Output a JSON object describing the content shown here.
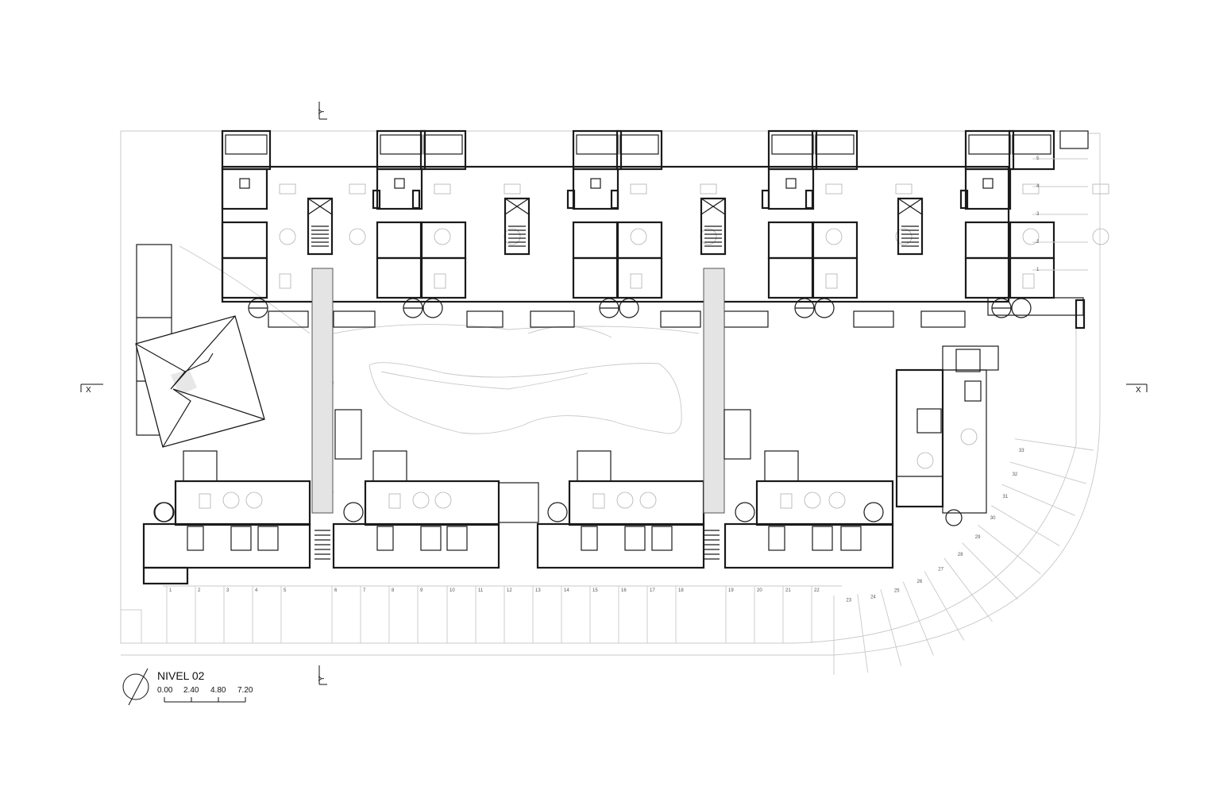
{
  "title": "NIVEL 02",
  "scale_labels": [
    "0.00",
    "2.40",
    "4.80",
    "7.20"
  ],
  "axis_labels": {
    "y_top": "Y",
    "y_bottom": "Y",
    "x_left": "X",
    "x_right": "X"
  },
  "bottom_numbers": [
    "1",
    "2",
    "3",
    "4",
    "5",
    "6",
    "7",
    "8",
    "9",
    "10",
    "11",
    "12",
    "13",
    "14",
    "15",
    "16",
    "17",
    "18",
    "19",
    "20",
    "21",
    "22"
  ],
  "curve_numbers": [
    "23",
    "24",
    "25",
    "26",
    "27",
    "28",
    "29",
    "30",
    "31",
    "32",
    "33"
  ],
  "right_numbers": [
    "5",
    "4",
    "3",
    "2",
    "1"
  ],
  "icons": {
    "north": "north-arrow-icon"
  },
  "colors": {
    "line": "#1a1a1a",
    "light_line": "#c8c8c8",
    "hatch": "#e4e4e4"
  }
}
